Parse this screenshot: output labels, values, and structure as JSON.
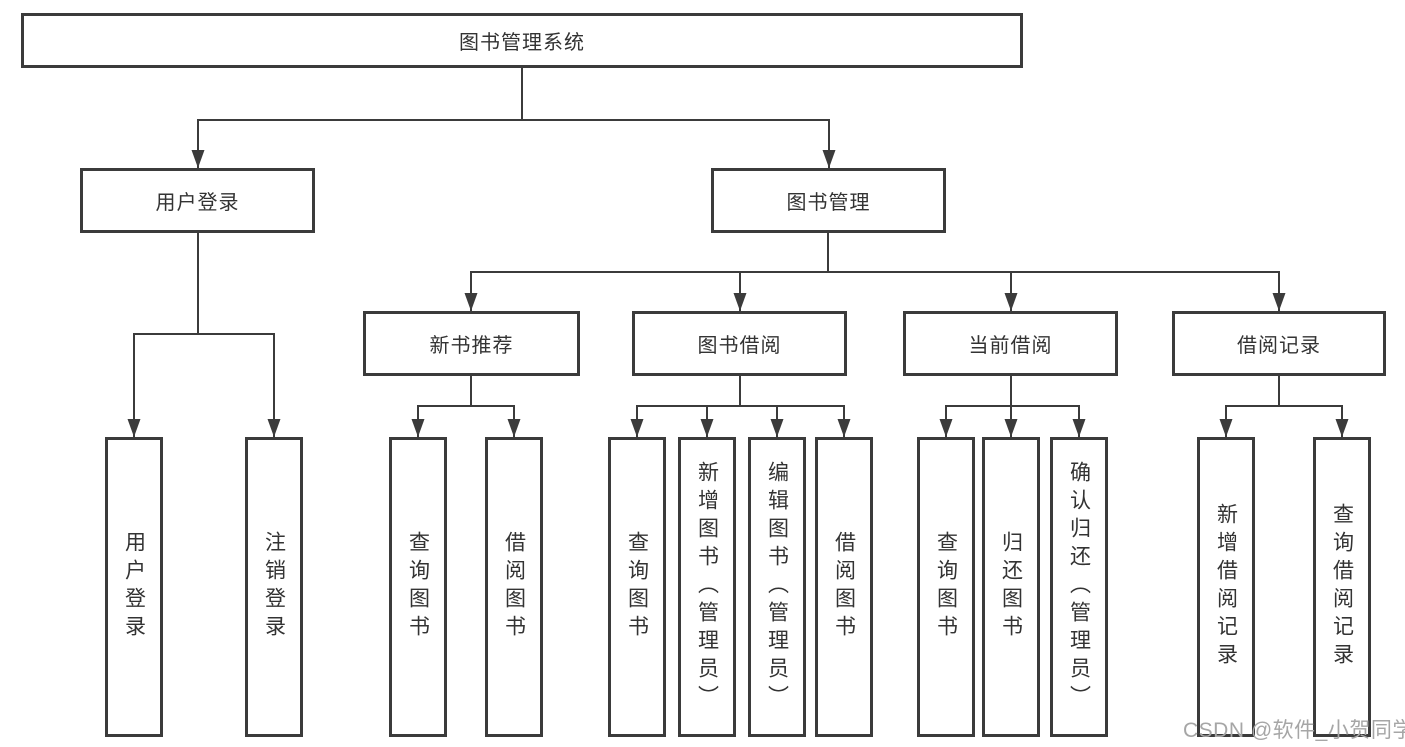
{
  "diagram": {
    "title": "图书管理系统",
    "type": "hierarchy-tree",
    "colors": {
      "line": "#3b3b3b",
      "box_border": "#3b3b3b",
      "box_background": "#ffffff",
      "text": "#333333",
      "page_background": "#ffffff",
      "watermark": "#a6a6a6"
    },
    "nodes": {
      "root": {
        "label": "图书管理系统"
      },
      "user_login": {
        "label": "用户登录"
      },
      "book_mgmt": {
        "label": "图书管理"
      },
      "new_book_rec": {
        "label": "新书推荐"
      },
      "book_borrow": {
        "label": "图书借阅"
      },
      "current_borrow": {
        "label": "当前借阅"
      },
      "borrow_records": {
        "label": "借阅记录"
      },
      "leaf_user_login": {
        "label": "用户登录"
      },
      "leaf_logout": {
        "label": "注销登录"
      },
      "leaf_nbr_query": {
        "label": "查询图书"
      },
      "leaf_nbr_borrow": {
        "label": "借阅图书"
      },
      "leaf_bb_query": {
        "label": "查询图书"
      },
      "leaf_bb_add": {
        "label": "新增图书（管理员）"
      },
      "leaf_bb_edit": {
        "label": "编辑图书（管理员）"
      },
      "leaf_bb_borrow": {
        "label": "借阅图书"
      },
      "leaf_cb_query": {
        "label": "查询图书"
      },
      "leaf_cb_return": {
        "label": "归还图书"
      },
      "leaf_cb_confirm": {
        "label": "确认归还（管理员）"
      },
      "leaf_br_add": {
        "label": "新增借阅记录"
      },
      "leaf_br_query": {
        "label": "查询借阅记录"
      }
    },
    "hierarchy": [
      {
        "parent": "图书管理系统",
        "children": [
          "用户登录",
          "图书管理"
        ]
      },
      {
        "parent": "用户登录",
        "children": [
          "用户登录",
          "注销登录"
        ]
      },
      {
        "parent": "图书管理",
        "children": [
          "新书推荐",
          "图书借阅",
          "当前借阅",
          "借阅记录"
        ]
      },
      {
        "parent": "新书推荐",
        "children": [
          "查询图书",
          "借阅图书"
        ]
      },
      {
        "parent": "图书借阅",
        "children": [
          "查询图书",
          "新增图书（管理员）",
          "编辑图书（管理员）",
          "借阅图书"
        ]
      },
      {
        "parent": "当前借阅",
        "children": [
          "查询图书",
          "归还图书",
          "确认归还（管理员）"
        ]
      },
      {
        "parent": "借阅记录",
        "children": [
          "新增借阅记录",
          "查询借阅记录"
        ]
      }
    ]
  },
  "watermark": {
    "text": "CSDN @软件_小贺同学"
  }
}
